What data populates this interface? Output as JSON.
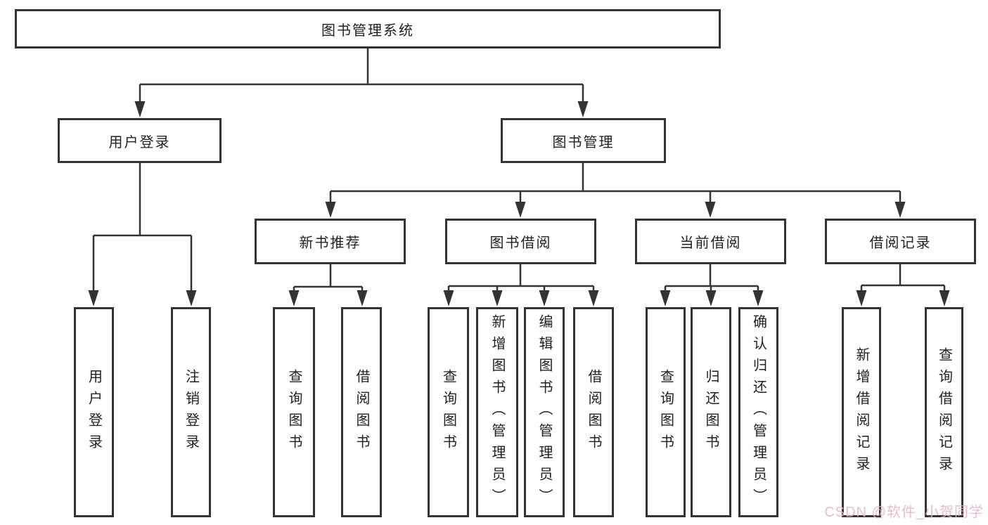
{
  "colors": {
    "line": "#333333",
    "text": "#1f1f1f",
    "background": "#ffffff",
    "watermark": "#e9b2c3"
  },
  "watermark": {
    "text": "CSDN @软件_小贺同学"
  },
  "tree": {
    "root": "图书管理系统",
    "level2": [
      {
        "label": "用户登录",
        "children": [
          "用户登录",
          "注销登录"
        ]
      },
      {
        "label": "图书管理",
        "children": [
          {
            "label": "新书推荐",
            "children": [
              "查询图书",
              "借阅图书"
            ]
          },
          {
            "label": "图书借阅",
            "children": [
              "查询图书",
              "新增图书（管理员）",
              "编辑图书（管理员）",
              "借阅图书"
            ]
          },
          {
            "label": "当前借阅",
            "children": [
              "查询图书",
              "归还图书",
              "确认归还（管理员）"
            ]
          },
          {
            "label": "借阅记录",
            "children": [
              "新增借阅记录",
              "查询借阅记录"
            ]
          }
        ]
      }
    ]
  }
}
